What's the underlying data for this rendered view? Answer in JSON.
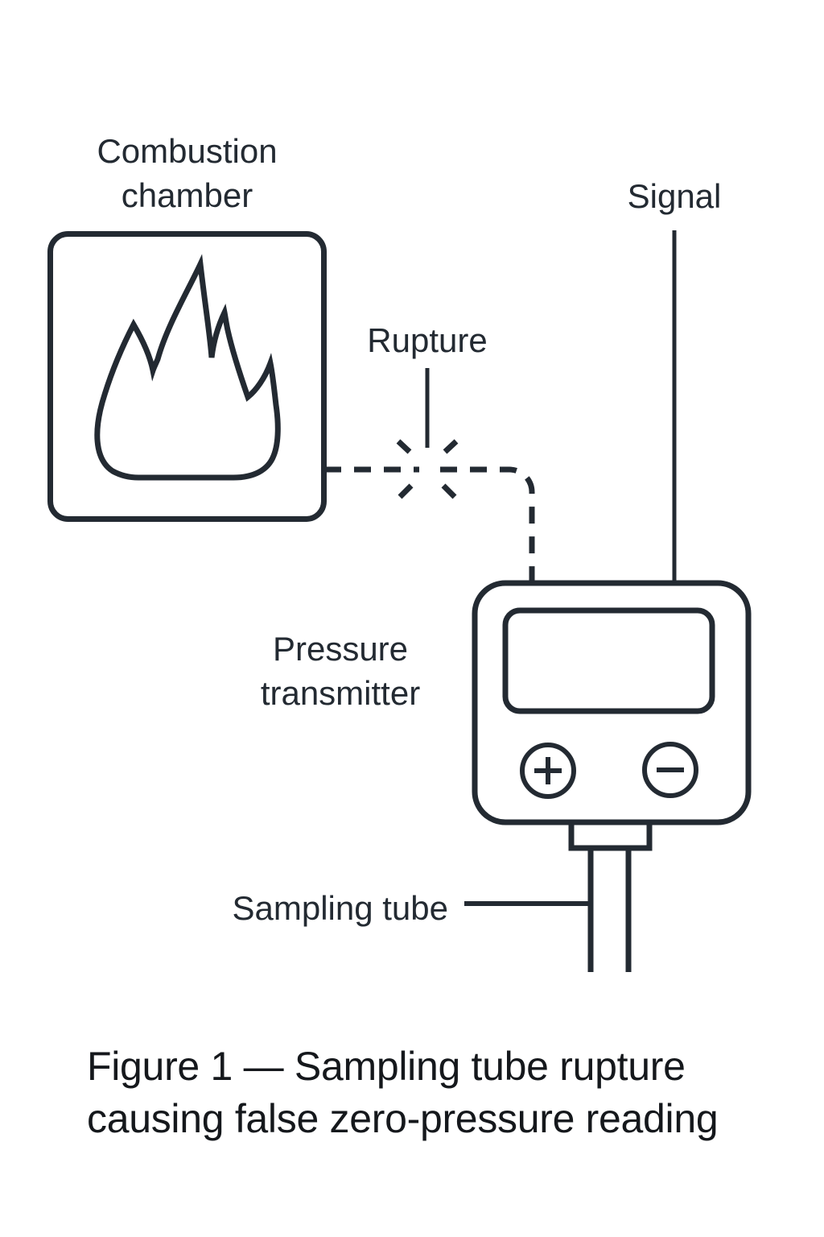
{
  "labels": {
    "combustion_chamber": "Combustion\nchamber",
    "signal": "Signal",
    "rupture": "Rupture",
    "pressure_transmitter": "Pressure\ntransmitter",
    "sampling_tube": "Sampling tube"
  },
  "caption": "Figure 1 — Sampling tube rupture\ncausing false zero-pressure reading",
  "icons": {
    "flame": "flame-icon",
    "burst": "rupture-burst-icon",
    "plus": "plus-icon",
    "minus": "minus-icon"
  },
  "colors": {
    "line": "#232a32",
    "caption_text": "#15181c",
    "background": "#ffffff"
  }
}
